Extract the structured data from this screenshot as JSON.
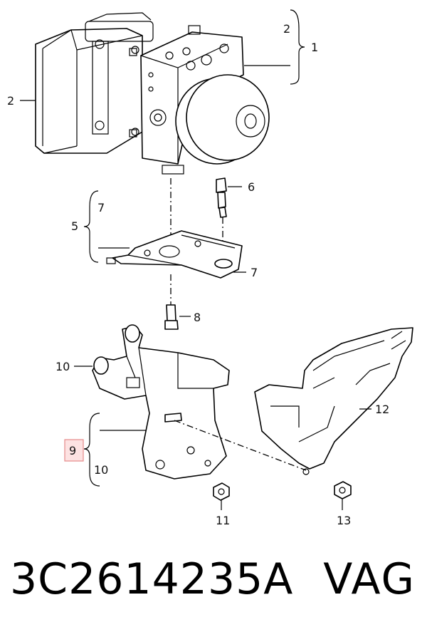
{
  "callouts": {
    "c1": "1",
    "c2a": "2",
    "c2b": "2",
    "c5": "5",
    "c6": "6",
    "c7a": "7",
    "c7b": "7",
    "c8": "8",
    "c9": "9",
    "c10a": "10",
    "c10b": "10",
    "c11": "11",
    "c12": "12",
    "c13": "13"
  },
  "footer": {
    "part_number": "3C2614235A",
    "brand": "VAG"
  },
  "colors": {
    "highlight_fill": "#fde2e2",
    "highlight_stroke": "#e58a8a",
    "ink": "#000000"
  }
}
